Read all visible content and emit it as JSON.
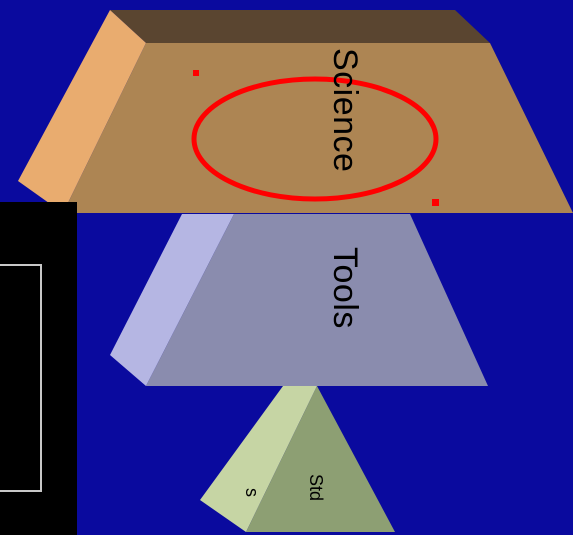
{
  "diagram": {
    "layers": [
      {
        "label": "Science",
        "top_color": "#5a4530",
        "front_color": "#ad8553",
        "side_color": "#e9ac6f"
      },
      {
        "label": "Tools",
        "front_color": "#8a8cae",
        "side_color": "#b5b6e3"
      },
      {
        "label_right": "Std",
        "label_left": "s",
        "front_color": "#8d9f73",
        "side_color": "#c6d5a4"
      }
    ],
    "annotation": {
      "shape": "ellipse",
      "color": "#ff0000",
      "marker_color": "#ff0000"
    },
    "background_color": "#0a0a9e",
    "thumbnail": {
      "background": "#000000",
      "frame_color": "#c8c8c8"
    }
  }
}
